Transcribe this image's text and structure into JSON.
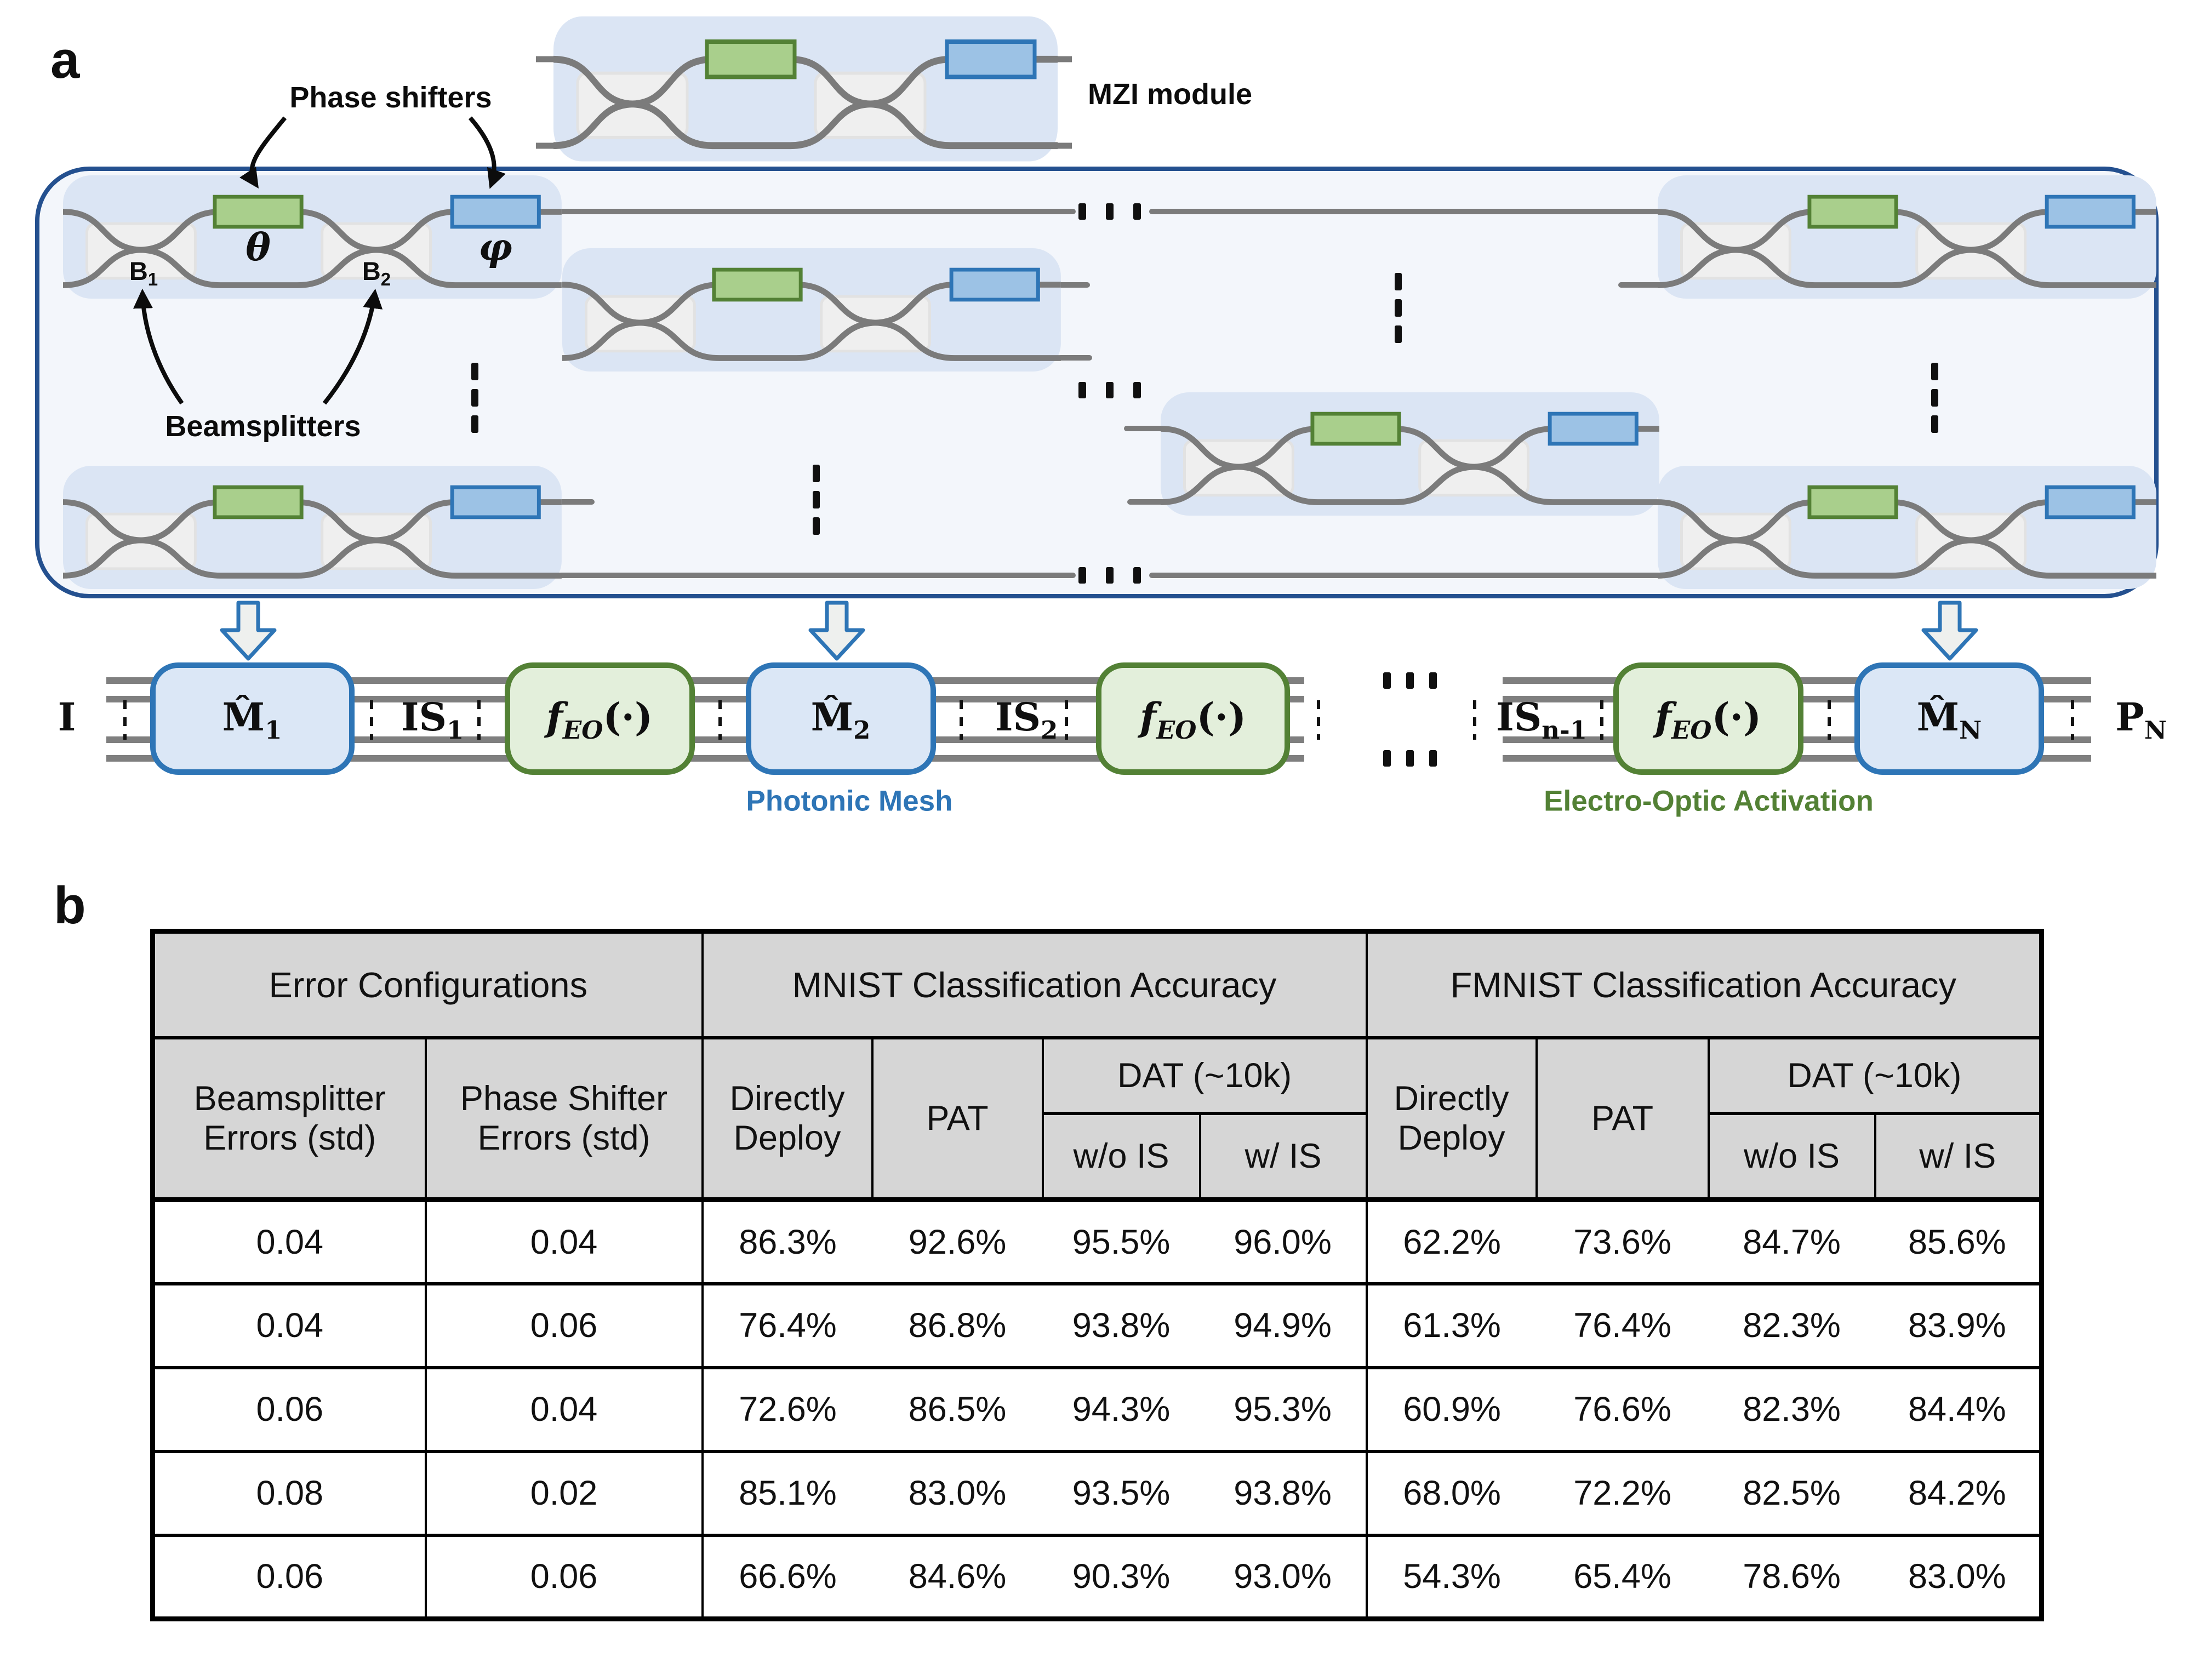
{
  "panel_a": {
    "label": "a",
    "mzi_module_label": "MZI module",
    "phase_shifters_label": "Phase shifters",
    "beamsplitters_label": "Beamsplitters",
    "theta_label": "θ",
    "phi_label": "φ",
    "beamsplitter_1": {
      "main": "B",
      "sub": "1"
    },
    "beamsplitter_2": {
      "main": "B",
      "sub": "2"
    },
    "flow": {
      "input_label": {
        "main": "I",
        "sub": ""
      },
      "m1": {
        "main": "M̂",
        "sub": "1"
      },
      "is1": {
        "main": "IS",
        "sub": "1"
      },
      "feo1": {
        "main": "f",
        "sub": "EO",
        "suffix": "(·)"
      },
      "m2": {
        "main": "M̂",
        "sub": "2"
      },
      "is2": {
        "main": "IS",
        "sub": "2"
      },
      "feo2": {
        "main": "f",
        "sub": "EO",
        "suffix": "(·)"
      },
      "isn_1": {
        "main": "IS",
        "sub": "n-1"
      },
      "feo3": {
        "main": "f",
        "sub": "EO",
        "suffix": "(·)"
      },
      "mn": {
        "main": "M̂",
        "sub": "N"
      },
      "pn": {
        "main": "P",
        "sub": "N"
      },
      "photonic_mesh_label": "Photonic Mesh",
      "eo_activation_label": "Electro-Optic Activation"
    },
    "colors": {
      "mesh_border": "#24508f",
      "module_fill": "#dbe5f4",
      "phase_green_fill": "#a9cf8c",
      "phase_green_stroke": "#538135",
      "phase_blue_fill": "#9cc2e5",
      "phase_blue_stroke": "#2e75b6",
      "wire_gray": "#7b7b7b",
      "photonic_mesh_text": "#2e75b6",
      "eo_activation_text": "#538135"
    }
  },
  "panel_b": {
    "label": "b",
    "table": {
      "group_headers": [
        "Error Configurations",
        "MNIST Classification Accuracy",
        "FMNIST Classification Accuracy"
      ],
      "col_headers": {
        "beamsplitter_errors": "Beamsplitter Errors (std)",
        "phase_shifter_errors": "Phase Shifter Errors (std)",
        "directly_deploy": "Directly Deploy",
        "pat": "PAT",
        "dat": "DAT (~10k)",
        "wo_is": "w/o IS",
        "w_is": "w/ IS"
      },
      "rows": [
        [
          "0.04",
          "0.04",
          "86.3%",
          "92.6%",
          "95.5%",
          "96.0%",
          "62.2%",
          "73.6%",
          "84.7%",
          "85.6%"
        ],
        [
          "0.04",
          "0.06",
          "76.4%",
          "86.8%",
          "93.8%",
          "94.9%",
          "61.3%",
          "76.4%",
          "82.3%",
          "83.9%"
        ],
        [
          "0.06",
          "0.04",
          "72.6%",
          "86.5%",
          "94.3%",
          "95.3%",
          "60.9%",
          "76.6%",
          "82.3%",
          "84.4%"
        ],
        [
          "0.08",
          "0.02",
          "85.1%",
          "83.0%",
          "93.5%",
          "93.8%",
          "68.0%",
          "72.2%",
          "82.5%",
          "84.2%"
        ],
        [
          "0.06",
          "0.06",
          "66.6%",
          "84.6%",
          "90.3%",
          "93.0%",
          "54.3%",
          "65.4%",
          "78.6%",
          "83.0%"
        ]
      ]
    }
  }
}
